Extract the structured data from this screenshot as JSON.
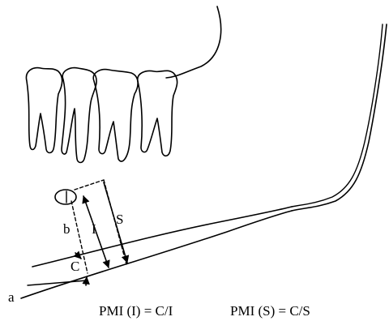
{
  "labels": {
    "a": "a",
    "b": "b",
    "c": "C",
    "i": "I",
    "s": "S"
  },
  "formulas": {
    "pmi_i": "PMI (I) = C/I",
    "pmi_s": "PMI (S) = C/S"
  }
}
